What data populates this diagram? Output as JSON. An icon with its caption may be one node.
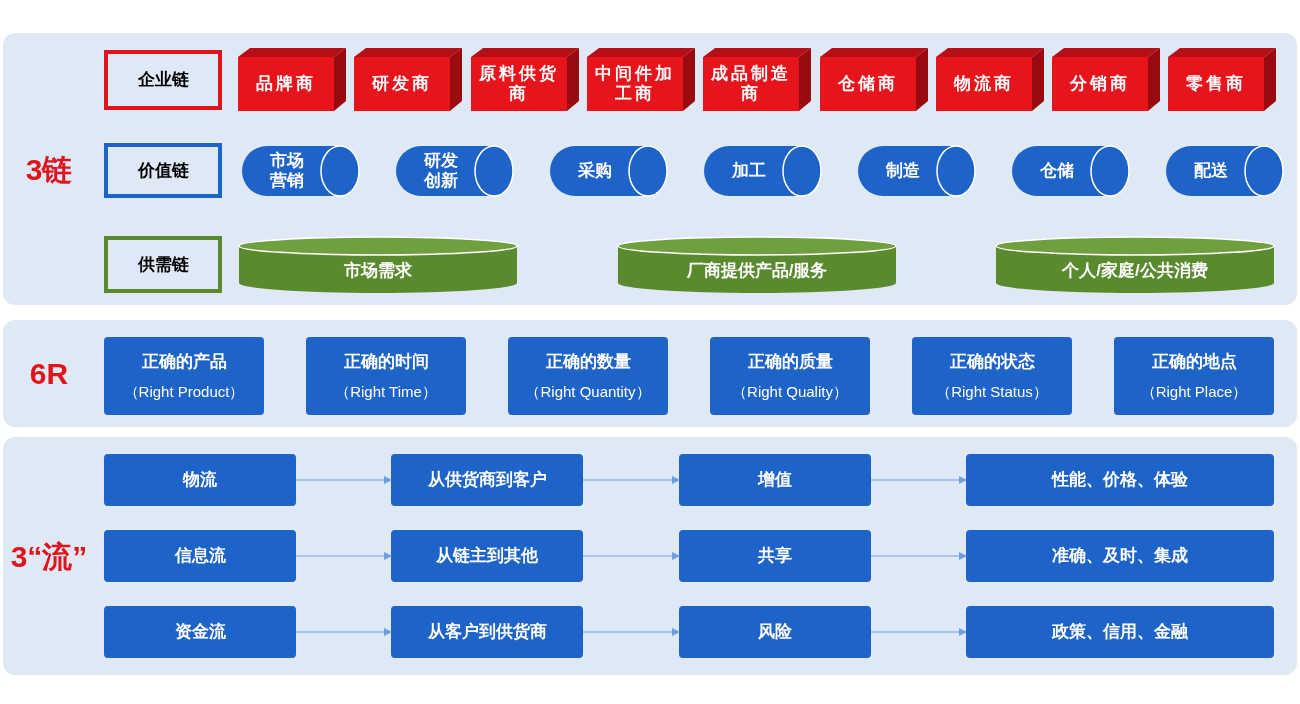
{
  "diagram": {
    "nodes": [
      {
        "text": [
          "3链"
        ]
      },
      {
        "text": [
          "企业链"
        ],
        "in": 0
      },
      {
        "text": [
          "品牌商"
        ],
        "in": 0
      },
      {
        "text": [
          "研发商"
        ],
        "in": 0
      },
      {
        "text": [
          "原料供货商"
        ],
        "in": 0
      },
      {
        "text": [
          "中间件加工商"
        ],
        "in": 0
      },
      {
        "text": [
          "成品制造商"
        ],
        "in": 0
      },
      {
        "text": [
          "仓储商"
        ],
        "in": 0
      },
      {
        "text": [
          "物流商"
        ],
        "in": 0
      },
      {
        "text": [
          "分销商"
        ],
        "in": 0
      },
      {
        "text": [
          "零售商"
        ],
        "in": 0
      },
      {
        "text": [
          "价值链"
        ],
        "in": 0
      },
      {
        "text": [
          "市场营销"
        ],
        "in": 0
      },
      {
        "text": [
          "研发创新"
        ],
        "in": 0
      },
      {
        "text": [
          "采购"
        ],
        "in": 0
      },
      {
        "text": [
          "加工"
        ],
        "in": 0
      },
      {
        "text": [
          "制造"
        ],
        "in": 0
      },
      {
        "text": [
          "仓储"
        ],
        "in": 0
      },
      {
        "text": [
          "配送"
        ],
        "in": 0
      },
      {
        "text": [
          "供需链"
        ],
        "in": 0
      },
      {
        "text": [
          "市场需求"
        ],
        "in": 0
      },
      {
        "text": [
          "厂商提供产品/服务"
        ],
        "in": 0
      },
      {
        "text": [
          "个人/家庭/公共消费"
        ],
        "in": 0
      },
      {
        "text": [
          "6R"
        ]
      },
      {
        "text": [
          "正确的产品",
          "（Right Product）"
        ],
        "in": 23
      },
      {
        "text": [
          "正确的时间",
          "（Right Time）"
        ],
        "in": 23
      },
      {
        "text": [
          "正确的数量",
          "（Right Quantity）"
        ],
        "in": 23
      },
      {
        "text": [
          "正确的质量",
          "（Right Quality）"
        ],
        "in": 23
      },
      {
        "text": [
          "正确的状态",
          "（Right Status）"
        ],
        "in": 23
      },
      {
        "text": [
          "正确的地点",
          "（Right Place）"
        ],
        "in": 23
      },
      {
        "text": [
          "3“流”"
        ]
      },
      {
        "text": [
          "物流"
        ],
        "in": 30
      },
      {
        "text": [
          "从供货商到客户"
        ],
        "in": 30
      },
      {
        "text": [
          "增值"
        ],
        "in": 30
      },
      {
        "text": [
          "性能、价格、体验"
        ],
        "in": 30
      },
      {
        "text": [
          "信息流"
        ],
        "in": 30
      },
      {
        "text": [
          "从链主到其他"
        ],
        "in": 30
      },
      {
        "text": [
          "共享"
        ],
        "in": 30
      },
      {
        "text": [
          "准确、及时、集成"
        ],
        "in": 30
      },
      {
        "text": [
          "资金流"
        ],
        "in": 30
      },
      {
        "text": [
          "从客户到供货商"
        ],
        "in": 30
      },
      {
        "text": [
          "风险"
        ],
        "in": 30
      },
      {
        "text": [
          "政策、信用、金融"
        ],
        "in": 30
      }
    ],
    "edges": [
      {
        "from": 31,
        "to": 32,
        "arrow": "to"
      },
      {
        "from": 32,
        "to": 33,
        "arrow": "to"
      },
      {
        "from": 33,
        "to": 34,
        "arrow": "to"
      },
      {
        "from": 35,
        "to": 36,
        "arrow": "to"
      },
      {
        "from": 36,
        "to": 37,
        "arrow": "to"
      },
      {
        "from": 37,
        "to": 38,
        "arrow": "to"
      },
      {
        "from": 39,
        "to": 40,
        "arrow": "to"
      },
      {
        "from": 40,
        "to": 41,
        "arrow": "to"
      },
      {
        "from": 41,
        "to": 42,
        "arrow": "to"
      }
    ]
  }
}
